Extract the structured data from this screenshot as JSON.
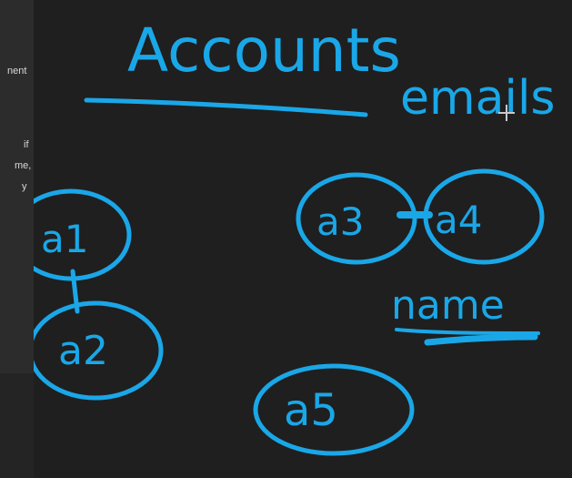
{
  "side_panel": {
    "lines": [
      "nent",
      "if",
      "me,",
      "y"
    ]
  },
  "board": {
    "title": "Accounts",
    "emails_label": "emails",
    "name_label": "name",
    "nodes": [
      "a1",
      "a2",
      "a3",
      "a4",
      "a5"
    ],
    "ink_color": "#1aa7e8",
    "background": "#1f1f1f"
  },
  "icons": {
    "cursor": "crosshair-cursor-icon"
  }
}
